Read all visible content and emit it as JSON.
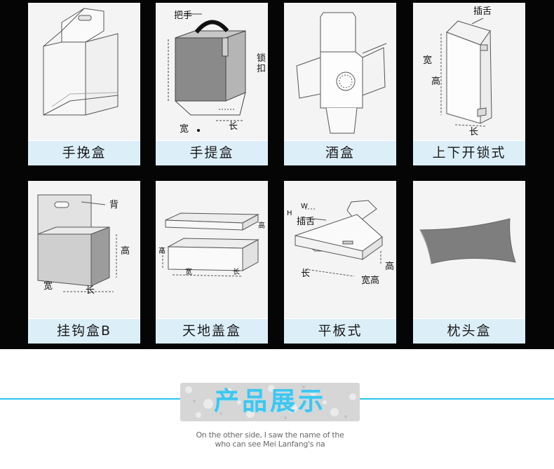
{
  "cards": [
    {
      "caption": "手挽盒",
      "labels": []
    },
    {
      "caption": "手提盒",
      "labels": [
        "把手",
        "锁扣",
        "宽",
        "长"
      ]
    },
    {
      "caption": "酒盒",
      "labels": []
    },
    {
      "caption": "上下开锁式",
      "labels": [
        "插舌",
        "宽",
        "高",
        "长"
      ]
    },
    {
      "caption": "挂钩盒B",
      "labels": [
        "背",
        "高",
        "宽",
        "长"
      ]
    },
    {
      "caption": "天地盖盒",
      "labels": [
        "高",
        "高",
        "宽",
        "长"
      ]
    },
    {
      "caption": "平板式",
      "labels": [
        "W",
        "H",
        "插舌",
        "高",
        "长",
        "宽高"
      ]
    },
    {
      "caption": "枕头盒",
      "labels": []
    }
  ],
  "section": {
    "title": "产品展示",
    "subtitle_line1": "On the other side, I saw the name of the",
    "subtitle_line2": "who can see Mei Lanfang's na"
  },
  "colors": {
    "accent": "#29c6f0",
    "caption_bg": "#dceff9",
    "dark_bg": "#050505"
  }
}
